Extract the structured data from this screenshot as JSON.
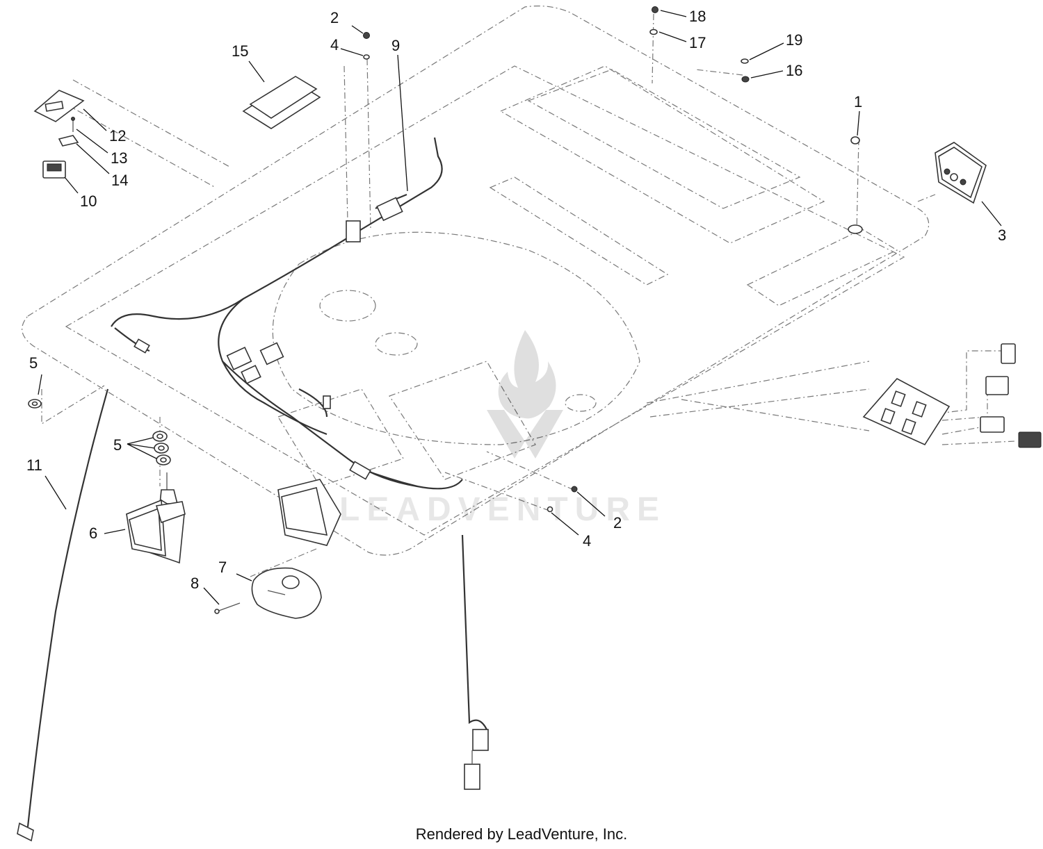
{
  "callouts": {
    "c1": "1",
    "c2a": "2",
    "c2b": "2",
    "c3": "3",
    "c4a": "4",
    "c4b": "4",
    "c5a": "5",
    "c5b": "5",
    "c6": "6",
    "c7": "7",
    "c8": "8",
    "c9": "9",
    "c10": "10",
    "c11": "11",
    "c12": "12",
    "c13": "13",
    "c14": "14",
    "c15": "15",
    "c16": "16",
    "c17": "17",
    "c18": "18",
    "c19": "19"
  },
  "watermark": {
    "text": "LEADVENTURE"
  },
  "footer": {
    "credit": "Rendered by LeadVenture, Inc."
  }
}
